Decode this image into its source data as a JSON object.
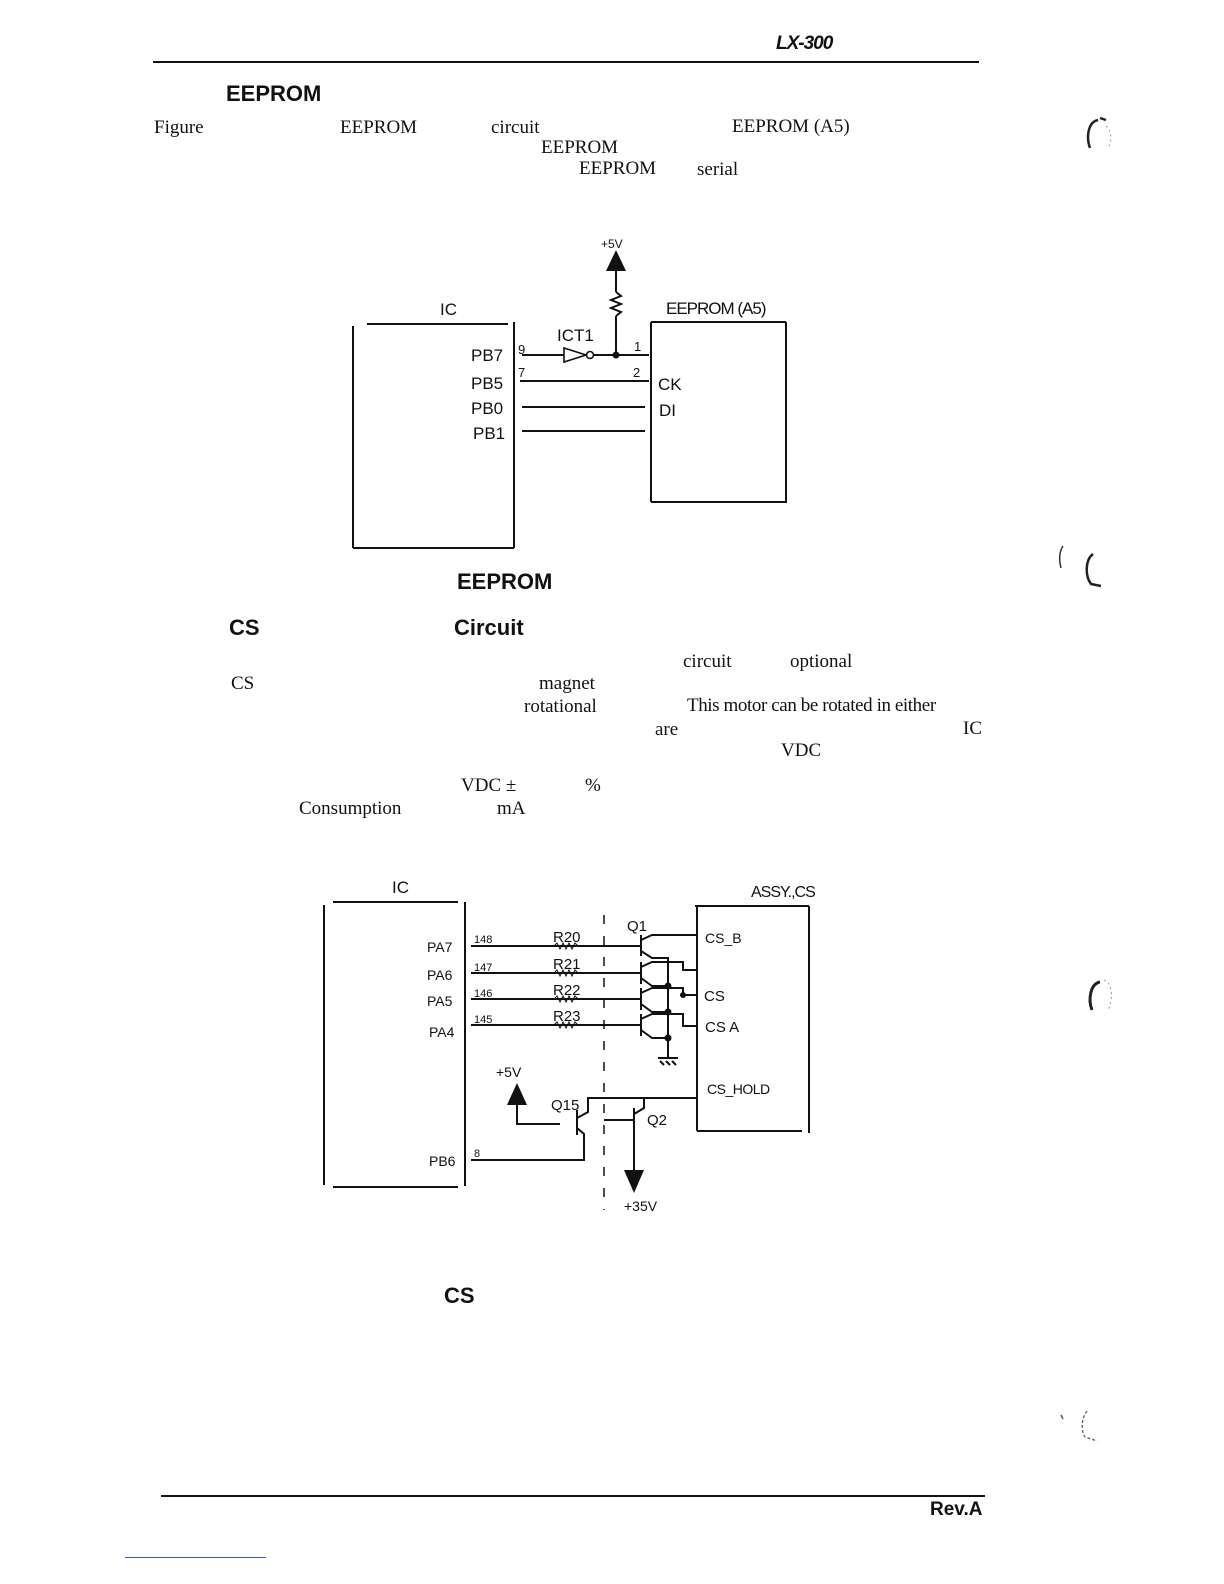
{
  "header": {
    "model": "LX-300"
  },
  "section_eeprom": {
    "heading": "EEPROM",
    "line1": [
      "Figure",
      "EEPROM",
      "circuit",
      "EEPROM (A5)"
    ],
    "line2": [
      "EEPROM"
    ],
    "line3": [
      "EEPROM",
      "serial"
    ]
  },
  "fig1": {
    "ic_label": "IC",
    "v5": "+5V",
    "eeprom_label": "EEPROM (A5)",
    "ict1": "ICT1",
    "pins": [
      "PB7",
      "PB5",
      "PB0",
      "PB1"
    ],
    "pin_nums": [
      "9",
      "7",
      "1",
      "2"
    ],
    "eeprom_pins": [
      "CK",
      "DI"
    ],
    "caption": "EEPROM"
  },
  "section_cs": {
    "heading_a": "CS",
    "heading_b": "Circuit",
    "line1": [
      "circuit",
      "optional"
    ],
    "line2": [
      "CS",
      "magnet"
    ],
    "line3": [
      "rotational",
      "This motor can be rotated in either"
    ],
    "line4": [
      "are",
      "IC"
    ],
    "line5": [
      "VDC"
    ],
    "spec1": [
      "VDC ±",
      "%"
    ],
    "spec2": [
      "Consumption",
      "mA"
    ]
  },
  "fig2": {
    "ic_label": "IC",
    "assy_label": "ASSY.,CS",
    "pins": [
      "PA7",
      "PA6",
      "PA5",
      "PA4",
      "PB6"
    ],
    "pin_nums": [
      "148",
      "147",
      "146",
      "145",
      "8"
    ],
    "resistors": [
      "R20",
      "R21",
      "R22",
      "R23"
    ],
    "transistors": [
      "Q1",
      "Q15",
      "Q2"
    ],
    "v5": "+5V",
    "v35": "+35V",
    "cs_pins": [
      "CS_B",
      "CS",
      "CS A",
      "CS_HOLD"
    ],
    "caption": "CS"
  },
  "footer": {
    "rev": "Rev.A"
  }
}
